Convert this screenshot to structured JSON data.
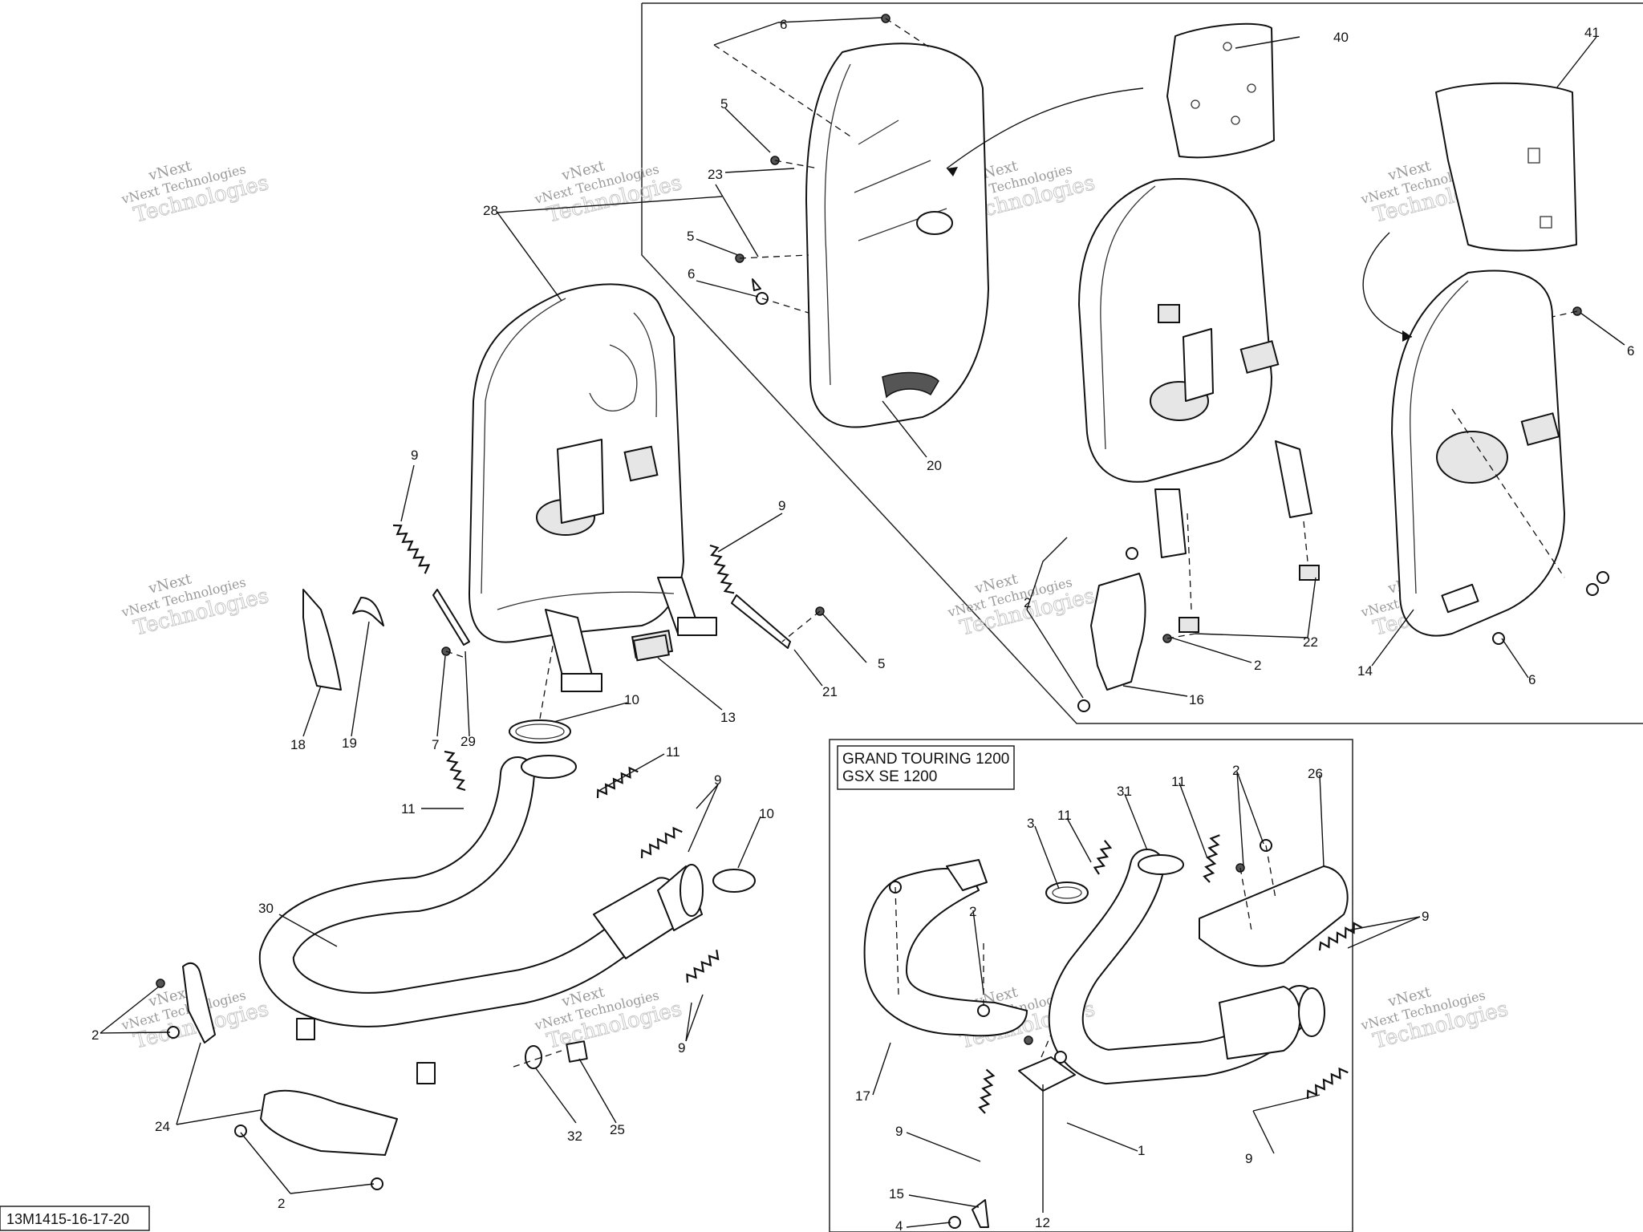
{
  "inset_label": {
    "line1": "GRAND TOURING 1200",
    "line2": "GSX SE 1200"
  },
  "drawing_code": "13M1415-16-17-20",
  "watermark": {
    "line1": "vNext",
    "line2": "vNext Technologies",
    "line3": "Technologies"
  },
  "callouts": {
    "c1": "1",
    "c2": "2",
    "c3": "3",
    "c4": "4",
    "c5": "5",
    "c6": "6",
    "c7": "7",
    "c9": "9",
    "c10": "10",
    "c11": "11",
    "c12": "12",
    "c13": "13",
    "c14": "14",
    "c15": "15",
    "c16": "16",
    "c17": "17",
    "c18": "18",
    "c19": "19",
    "c20": "20",
    "c21": "21",
    "c22": "22",
    "c23": "23",
    "c24": "24",
    "c25": "25",
    "c26": "26",
    "c28": "28",
    "c29": "29",
    "c30": "30",
    "c31": "31",
    "c32": "32",
    "c40": "40",
    "c41": "41"
  },
  "icons": [
    "muffler-icon",
    "spring-icon",
    "exhaust-pipe-icon",
    "heat-shield-icon",
    "clamp-icon",
    "screw-icon",
    "nut-icon"
  ]
}
